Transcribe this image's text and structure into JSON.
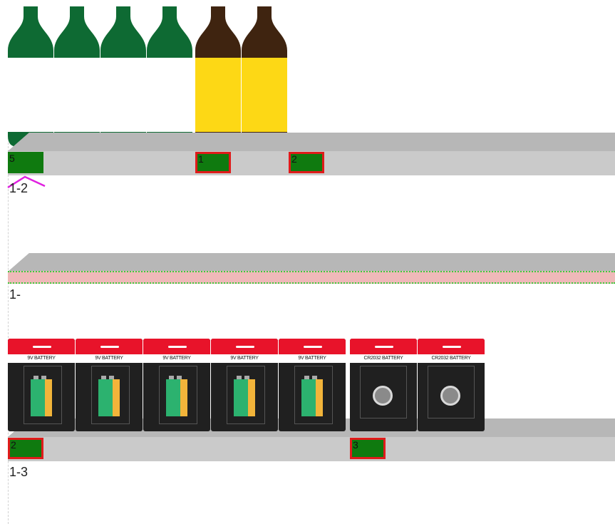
{
  "colors": {
    "green_glass": "#0e6a33",
    "brown_glass": "#3f2410",
    "yellow_label": "#fdd815",
    "shelf_top": "#b7b7b7",
    "shelf_front": "#cacaca",
    "tag_green": "#0f7a0f",
    "tag_alert_border": "#e01b1b",
    "battery_card": "#202020",
    "battery_header": "#e8132a",
    "highlight_magenta": "#e020e0",
    "dotted_band": "#3ecb3e"
  },
  "shelves": [
    {
      "label": "1-2",
      "products": [
        {
          "type": "green-bottle",
          "count": 4
        },
        {
          "type": "brown-bottle",
          "count": 2
        }
      ],
      "tags": [
        {
          "value": "5",
          "alert": false
        },
        {
          "value": "1",
          "alert": true
        },
        {
          "value": "2",
          "alert": true
        }
      ]
    },
    {
      "label": "1-",
      "products": [],
      "tags": []
    },
    {
      "label": "1-3",
      "products": [
        {
          "type": "9v-battery",
          "title": "9V BATTERY",
          "count": 5
        },
        {
          "type": "cr2032-battery",
          "title": "CR2032 BATTERY",
          "count": 2
        }
      ],
      "tags": [
        {
          "value": "2",
          "alert": true
        },
        {
          "value": "3",
          "alert": true
        }
      ]
    }
  ]
}
